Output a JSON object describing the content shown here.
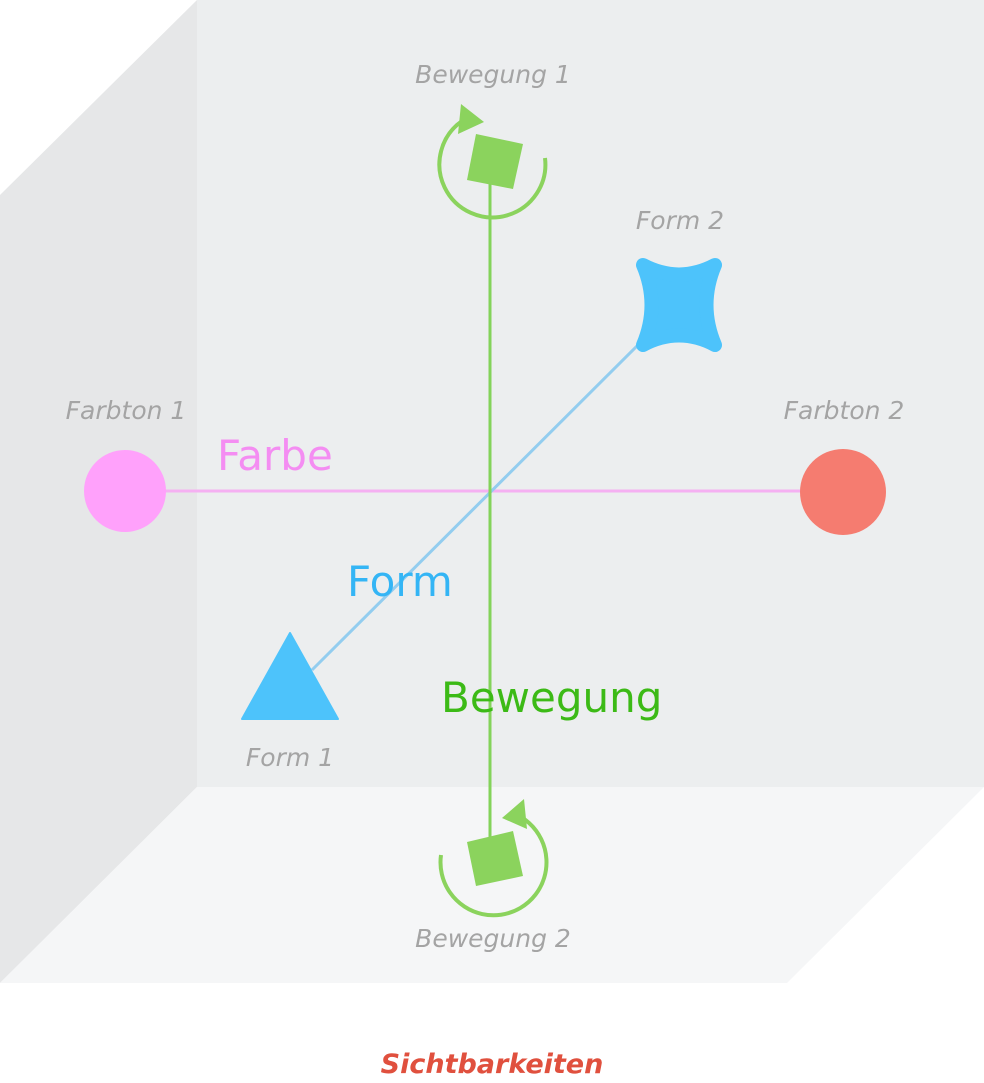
{
  "axes": {
    "farbe": {
      "label": "Farbe",
      "color": "#f48df2"
    },
    "form": {
      "label": "Form",
      "color": "#34b5f5"
    },
    "bewegung": {
      "label": "Bewegung",
      "color": "#3cba16"
    }
  },
  "endpoints": {
    "farbton_1": {
      "label": "Farbton 1",
      "color": "#ffa1fb"
    },
    "farbton_2": {
      "label": "Farbton 2",
      "color": "#f57c70"
    },
    "form_1": {
      "label": "Form 1",
      "color": "#4dc3fb"
    },
    "form_2": {
      "label": "Form 2",
      "color": "#4dc3fb"
    },
    "bewegung_1": {
      "label": "Bewegung 1",
      "color": "#8bd35d"
    },
    "bewegung_2": {
      "label": "Bewegung 2",
      "color": "#8bd35d"
    }
  },
  "caption": {
    "text": "Sichtbarkeiten",
    "color": "#e0503e"
  },
  "colors": {
    "back_wall": "#eceeef",
    "side_wall": "#e6e7e8",
    "floor": "#f5f6f7",
    "label_gray": "#a4a4a4",
    "farbe_line": "#f5b0f2",
    "form_line": "#93cdef",
    "bewegung_line": "#83d35a"
  }
}
